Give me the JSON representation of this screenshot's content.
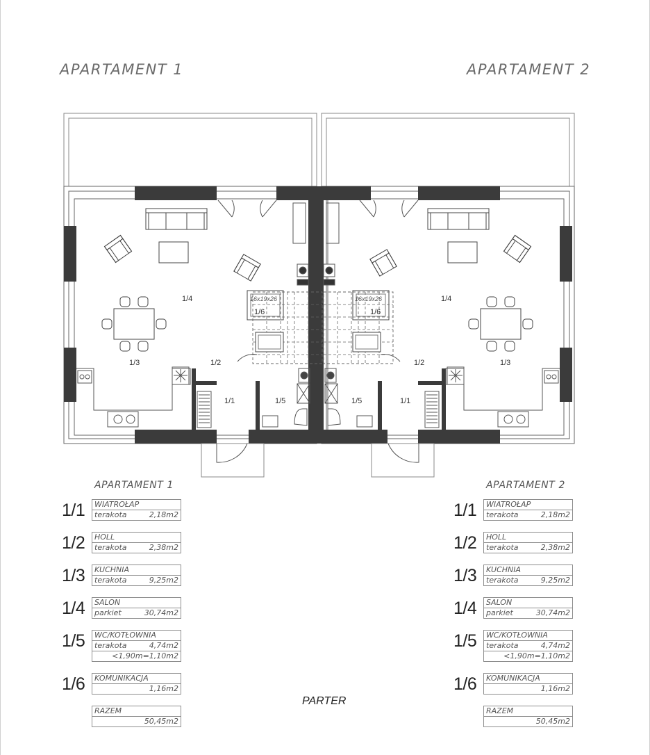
{
  "headers": {
    "apt1": "APARTAMENT 1",
    "apt2": "APARTAMENT 2"
  },
  "plan_labels": {
    "left": {
      "r14": "1/4",
      "r13": "1/3",
      "r12": "1/2",
      "r11": "1/1",
      "r15": "1/5",
      "r16": "1/6",
      "stair": "16x19x26"
    },
    "right": {
      "r14": "1/4",
      "r13": "1/3",
      "r12": "1/2",
      "r11": "1/1",
      "r15": "1/5",
      "r16": "1/6",
      "stair": "16x19x26"
    }
  },
  "schedule_left": {
    "title": "APARTAMENT 1",
    "rooms": [
      {
        "num": "1/1",
        "name": "WIATROŁAP",
        "floor": "terakota",
        "area": "2,18m2"
      },
      {
        "num": "1/2",
        "name": "HOLL",
        "floor": "terakota",
        "area": "2,38m2"
      },
      {
        "num": "1/3",
        "name": "KUCHNIA",
        "floor": "terakota",
        "area": "9,25m2"
      },
      {
        "num": "1/4",
        "name": "SALON",
        "floor": "parkiet",
        "area": "30,74m2"
      },
      {
        "num": "1/5",
        "name": "WC/KOTŁOWNIA",
        "floor": "terakota",
        "area": "4,74m2",
        "extra": "<1,90m=1,10m2"
      },
      {
        "num": "1/6",
        "name": "KOMUNIKACJA",
        "floor": "",
        "area": "1,16m2"
      }
    ],
    "total": {
      "name": "RAZEM",
      "area": "50,45m2"
    }
  },
  "schedule_right": {
    "title": "APARTAMENT 2",
    "rooms": [
      {
        "num": "1/1",
        "name": "WIATROŁAP",
        "floor": "terakota",
        "area": "2,18m2"
      },
      {
        "num": "1/2",
        "name": "HOLL",
        "floor": "terakota",
        "area": "2,38m2"
      },
      {
        "num": "1/3",
        "name": "KUCHNIA",
        "floor": "terakota",
        "area": "9,25m2"
      },
      {
        "num": "1/4",
        "name": "SALON",
        "floor": "parkiet",
        "area": "30,74m2"
      },
      {
        "num": "1/5",
        "name": "WC/KOTŁOWNIA",
        "floor": "terakota",
        "area": "4,74m2",
        "extra": "<1,90m=1,10m2"
      },
      {
        "num": "1/6",
        "name": "KOMUNIKACJA",
        "floor": "",
        "area": "1,16m2"
      }
    ],
    "total": {
      "name": "RAZEM",
      "area": "50,45m2"
    }
  },
  "footer": {
    "parter": "PARTER"
  }
}
